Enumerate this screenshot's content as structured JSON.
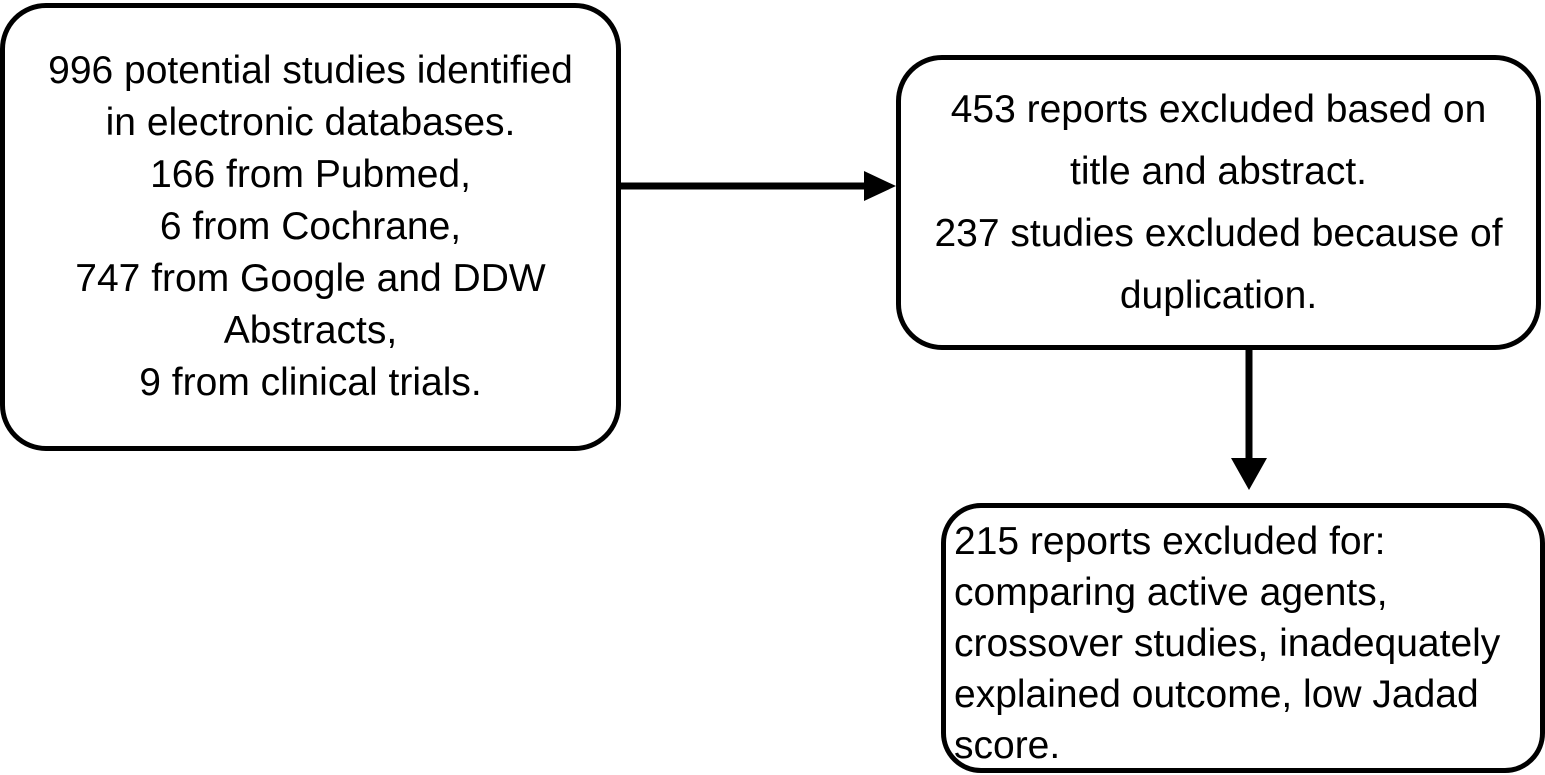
{
  "diagram": {
    "type": "study-selection-flowchart",
    "title": "",
    "stroke_color": "#000000",
    "background_color": "#ffffff",
    "boxes": [
      {
        "id": "identified",
        "name": "box-identified",
        "align": "center",
        "lines": [
          "996 potential studies identified",
          "in electronic databases.",
          "166 from Pubmed,",
          "6 from Cochrane,",
          "747 from Google and DDW",
          "Abstracts,",
          "9 from clinical trials."
        ]
      },
      {
        "id": "excluded_screening",
        "name": "box-excluded-screening",
        "align": "center",
        "lines": [
          "453 reports excluded based on",
          "title and abstract.",
          "237 studies excluded because of",
          "duplication."
        ]
      },
      {
        "id": "excluded_reasons",
        "name": "box-excluded-reasons",
        "align": "left",
        "lines": [
          "215 reports excluded for:",
          "comparing active agents,",
          "crossover studies, inadequately",
          "explained outcome, low Jadad",
          "score."
        ]
      }
    ],
    "connectors": [
      {
        "id": "identified-to-excluded-screening",
        "name": "arrow-right",
        "direction": "right",
        "from": "identified",
        "to": "excluded_screening"
      },
      {
        "id": "excluded-screening-to-excluded-reasons",
        "name": "arrow-down",
        "direction": "down",
        "from": "excluded_screening",
        "to": "excluded_reasons"
      }
    ],
    "counts": {
      "potential_studies_identified": 996,
      "from_pubmed": 166,
      "from_cochrane": 6,
      "from_google_and_ddw_abstracts": 747,
      "from_clinical_trials": 9,
      "excluded_title_abstract": 453,
      "excluded_duplication": 237,
      "excluded_for_reasons": 215
    }
  }
}
